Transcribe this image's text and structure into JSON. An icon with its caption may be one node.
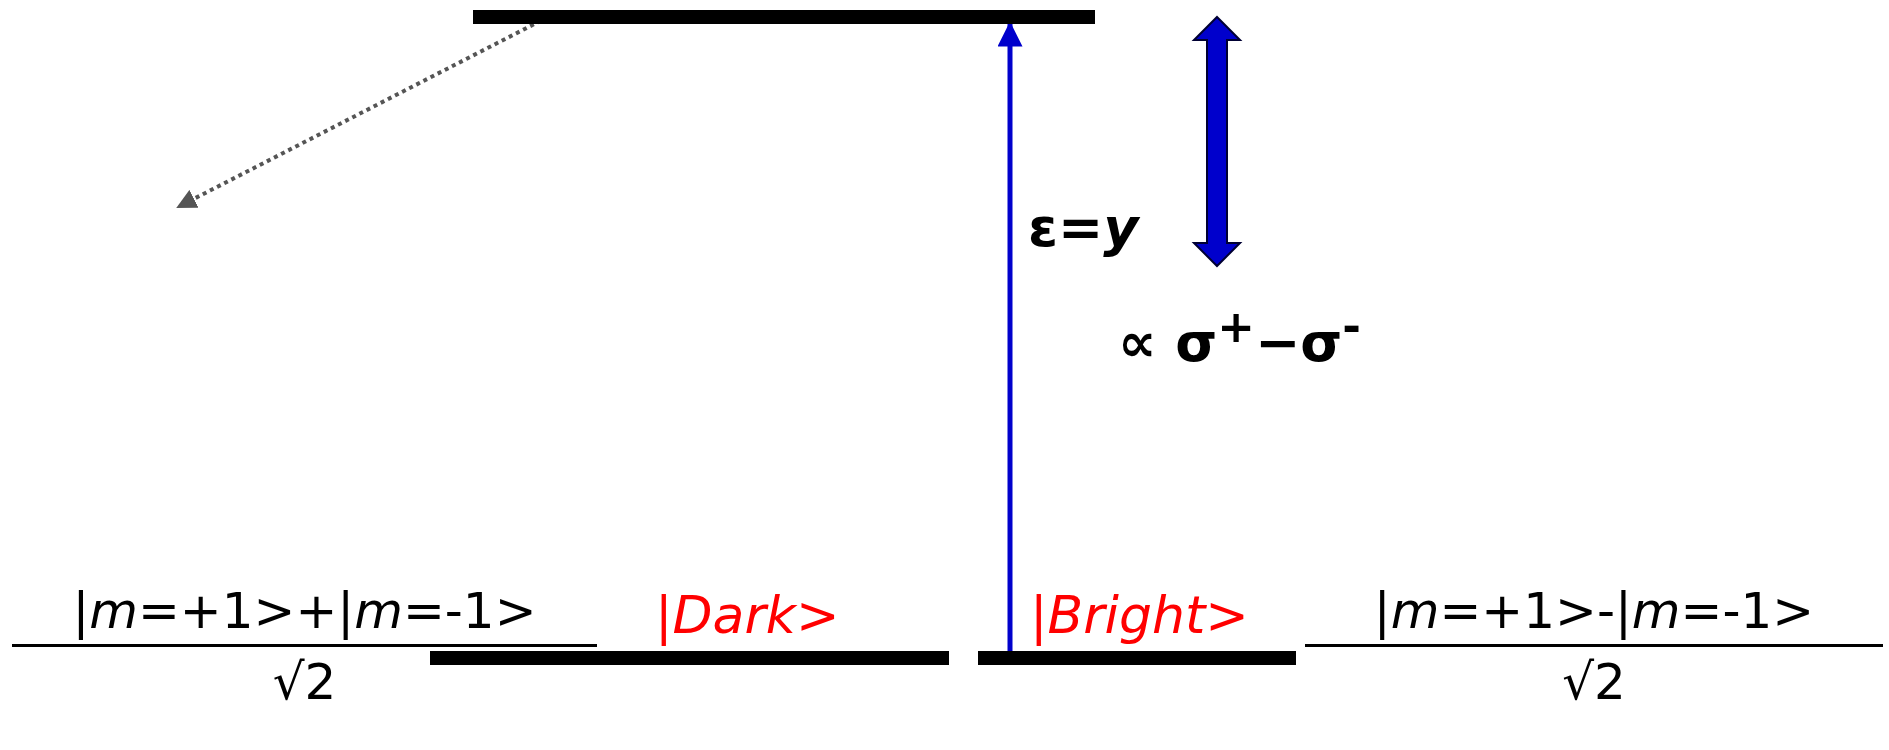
{
  "diagram": {
    "nodes": [
      {
        "text": [],
        "shape": "bar"
      },
      {
        "text": [
          "|Dark>"
        ],
        "beside": [
          "|*m*=+1>+|*m*=-1>",
          "√2"
        ]
      },
      {
        "text": [
          "|Bright>"
        ],
        "beside": [
          "|*m*=+1>-|*m*=-1>",
          "√2"
        ]
      }
    ],
    "edges": [
      {
        "from": 2,
        "to": 0,
        "arrow": "to",
        "label": "ε=*y*",
        "color": "#0000cc"
      },
      {
        "from": 0,
        "to": null,
        "arrow": "to",
        "style": "dashed",
        "color": "#555555"
      }
    ],
    "labels": [
      "∝ σ$^{+}$−σ$^{-}$"
    ]
  }
}
